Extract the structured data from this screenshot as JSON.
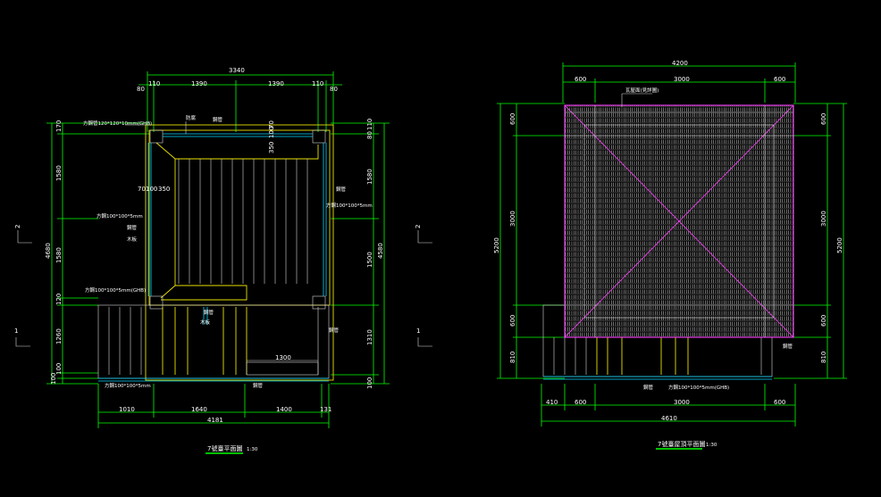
{
  "left_plan": {
    "title": "7號臺平面圖",
    "scale": "1:30",
    "top_dims": {
      "overall": "3340",
      "sub": [
        "80",
        "110",
        "1390",
        "1390",
        "110",
        "80"
      ]
    },
    "bottom_dims": {
      "overall": "4181",
      "sub": [
        "1010",
        "1640",
        "1400",
        "131"
      ],
      "inner": "1300"
    },
    "left_dims": {
      "overall": "4680",
      "sub": [
        "170",
        "1580",
        "1580",
        "120",
        "1260",
        "100",
        "100"
      ]
    },
    "right_dims": {
      "overall": "4580",
      "sub": [
        "110",
        "80",
        "1580",
        "1500",
        "1310",
        "100"
      ]
    },
    "inner_dims": {
      "a": "70",
      "b": "100",
      "c": "350",
      "d": "350",
      "e": "100",
      "f": "70"
    },
    "notes": [
      "方鋼管120*120*10mm(GHB)",
      "防腐",
      "鋼管",
      "方鋼100*100*5mm",
      "鋼管",
      "木板",
      "方鋼100*100*5mm(GHB)",
      "鋼管",
      "木板",
      "鋼管",
      "方鋼100*100*5mm",
      "鋼管",
      "方鋼100*100*5mm",
      "鋼管"
    ],
    "section_marks": [
      "2",
      "2",
      "1",
      "1"
    ]
  },
  "right_plan": {
    "title": "7號臺屋頂平面圖",
    "scale": "1:30",
    "top_dims": {
      "overall": "4200",
      "sub": [
        "600",
        "3000",
        "600"
      ]
    },
    "bottom_dims": {
      "overall": "4610",
      "sub": [
        "410",
        "600",
        "3000",
        "600"
      ]
    },
    "left_dims": {
      "overall": "5200",
      "sub": [
        "600",
        "3000",
        "600",
        "810"
      ]
    },
    "right_dims": {
      "overall": "5200",
      "sub": [
        "600",
        "3000",
        "600",
        "810"
      ]
    },
    "notes": [
      "瓦屋面(見詳圖)",
      "鋼管",
      "鋼管",
      "方鋼100*100*5mm(GHB)"
    ]
  }
}
